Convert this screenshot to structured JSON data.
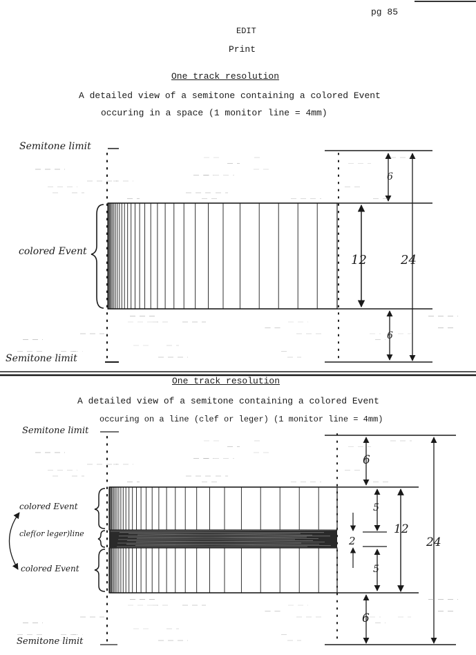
{
  "page_number": "pg 85",
  "header": {
    "line1": "EDIT",
    "line2": "Print"
  },
  "top_section": {
    "heading": "One track resolution",
    "desc1": "A detailed view of a semitone containing a colored Event",
    "desc2": "occuring in a space (1 monitor line = 4mm)",
    "label_semitone_top": "Semitone limit",
    "label_event": "colored Event",
    "label_semitone_bottom": "Semitone limit",
    "dim_upper": "6",
    "dim_event": "12",
    "dim_total": "24",
    "dim_lower": "6"
  },
  "bottom_section": {
    "heading": "One track resolution",
    "desc1": "A detailed view of a semitone containing a colored Event",
    "desc2": "occuring on a line (clef or leger) (1 monitor line = 4mm)",
    "label_semitone_top": "Semitone limit",
    "label_event_upper": "colored Event",
    "label_line": "clef(or leger)line",
    "label_event_lower": "colored Event",
    "label_semitone_bottom": "Semitone limit",
    "dim_upper": "6",
    "dim_event_upper": "5",
    "dim_line": "2",
    "dim_event_lower": "5",
    "dim_event": "12",
    "dim_total": "24",
    "dim_lower": "6"
  }
}
